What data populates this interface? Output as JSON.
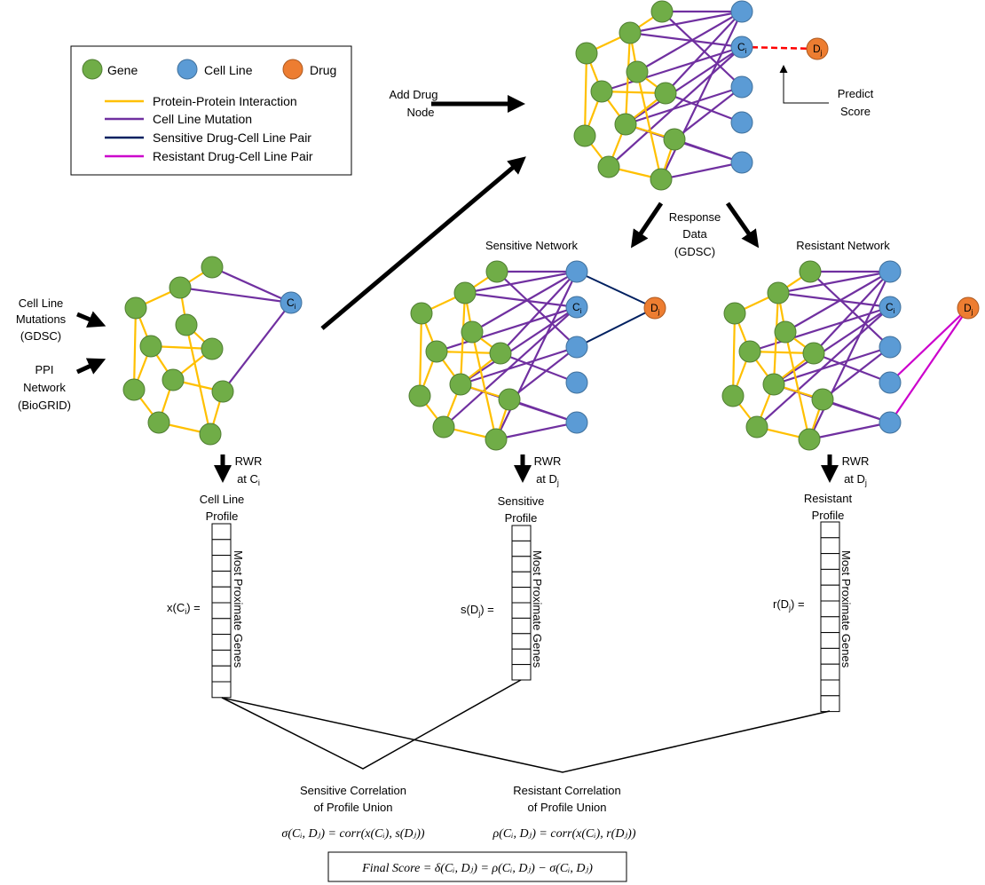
{
  "colors": {
    "gene": "#70ad47",
    "gene_stroke": "#507e32",
    "cell": "#5b9bd5",
    "cell_stroke": "#41719c",
    "drug": "#ed7d31",
    "drug_stroke": "#ae5a21",
    "ppi": "#ffc000",
    "mutation": "#7030a0",
    "sensitive": "#002060",
    "resistant": "#cc00cc",
    "predict": "#ff0000",
    "arrow": "#000000"
  },
  "legend": {
    "gene": "Gene",
    "cell_line": "Cell Line",
    "drug": "Drug",
    "ppi": "Protein-Protein Interaction",
    "mutation": "Cell Line Mutation",
    "sensitive_pair": "Sensitive Drug-Cell Line Pair",
    "resistant_pair": "Resistant Drug-Cell Line Pair"
  },
  "nodes": {
    "cell_main": "C",
    "cell_main_sub": "i",
    "drug_main": "D",
    "drug_main_sub": "j"
  },
  "labels": {
    "add_drug": [
      "Add Drug",
      "Node"
    ],
    "predict_score": [
      "Predict",
      "Score"
    ],
    "cell_mutations": [
      "Cell Line",
      "Mutations",
      "(GDSC)"
    ],
    "ppi_network": [
      "PPI",
      "Network",
      "(BioGRID)"
    ],
    "response_data": [
      "Response",
      "Data",
      "(GDSC)"
    ],
    "sensitive_network": "Sensitive Network",
    "resistant_network": "Resistant Network",
    "rwr": "RWR",
    "rwr_at": "at",
    "cell_profile": [
      "Cell Line",
      "Profile"
    ],
    "sensitive_profile": [
      "Sensitive",
      "Profile"
    ],
    "resistant_profile": [
      "Resistant",
      "Profile"
    ],
    "most_proximate": "Most Proximate Genes",
    "x_profile": "x(C",
    "s_profile": "s(D",
    "r_profile": "r(D",
    "profile_close": ") =",
    "sens_corr": [
      "Sensitive Correlation",
      "of Profile Union"
    ],
    "res_corr": [
      "Resistant Correlation",
      "of Profile Union"
    ],
    "sigma_formula": "σ(Cᵢ, Dⱼ) = corr(x(Cᵢ), s(Dⱼ))",
    "rho_formula": "ρ(Cᵢ, Dⱼ) = corr(x(Cᵢ), r(Dⱼ))",
    "final_score": "Final Score = δ(Cᵢ, Dⱼ) =  ρ(Cᵢ, Dⱼ) − σ(Cᵢ, Dⱼ)"
  }
}
